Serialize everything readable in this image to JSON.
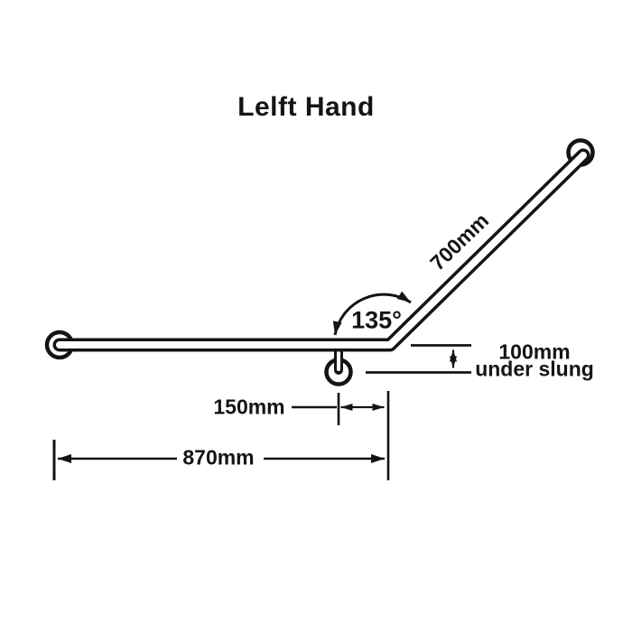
{
  "title": "Lelft Hand",
  "labels": {
    "diagonal_length": "700mm",
    "bend_angle": "135°",
    "underslung_offset": "100mm",
    "underslung_caption": "under slung",
    "support_to_bend": "150mm",
    "overall_length": "870mm"
  },
  "colors": {
    "ink": "#141414",
    "background": "#ffffff"
  }
}
